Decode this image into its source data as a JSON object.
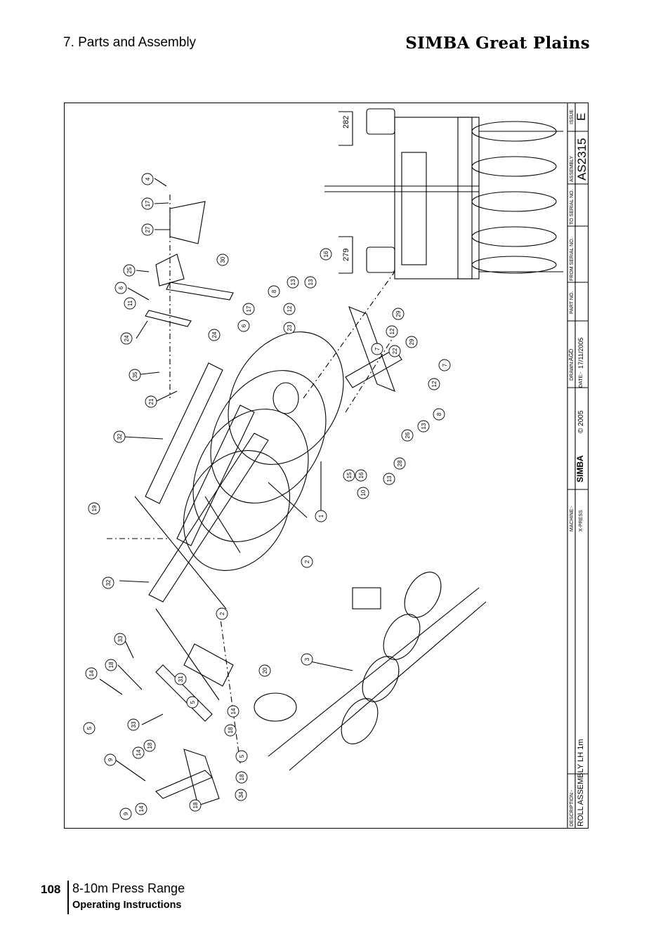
{
  "header": {
    "section_title": "7. Parts and Assembly",
    "brand": "SIMBA Great Plains"
  },
  "title_block": {
    "issue_label": "ISSUE",
    "issue_value": "E",
    "assembly_label": "ASSEMBLY",
    "assembly_value": "AS2315",
    "to_serial_label": "TO SERIAL NO.",
    "from_serial_label": "FROM SERIAL NO.",
    "part_no_label": "PART NO.",
    "drawn_label": "DRAWN:-",
    "drawn_value": "AGD",
    "date_label": "DATE:-",
    "date_value": "17/11/2005",
    "logo_text": "SIMBA",
    "copyright": "© 2005",
    "machine_label": "MACHINE:-",
    "machine_value": "X-PRESS",
    "description_label": "DESCRIPTION:-",
    "description_value": "ROLL ASSEMBLY LH 1m"
  },
  "dimensions": {
    "top": "282",
    "bottom": "279"
  },
  "balloons": [
    "4",
    "17",
    "27",
    "25",
    "30",
    "6",
    "11",
    "17",
    "6",
    "24",
    "24",
    "35",
    "21",
    "32",
    "19",
    "32",
    "33",
    "18",
    "14",
    "5",
    "33",
    "31",
    "5",
    "14",
    "18",
    "5",
    "9",
    "14",
    "18",
    "18",
    "9",
    "14",
    "18",
    "34",
    "2",
    "20",
    "3",
    "2",
    "1",
    "8",
    "13",
    "16",
    "13",
    "12",
    "23",
    "29",
    "12",
    "7",
    "22",
    "29",
    "7",
    "12",
    "8",
    "13",
    "26",
    "28",
    "13",
    "16",
    "10",
    "15"
  ],
  "footer": {
    "page_number": "108",
    "range": "8-10m Press Range",
    "ops": "Operating Instructions"
  }
}
